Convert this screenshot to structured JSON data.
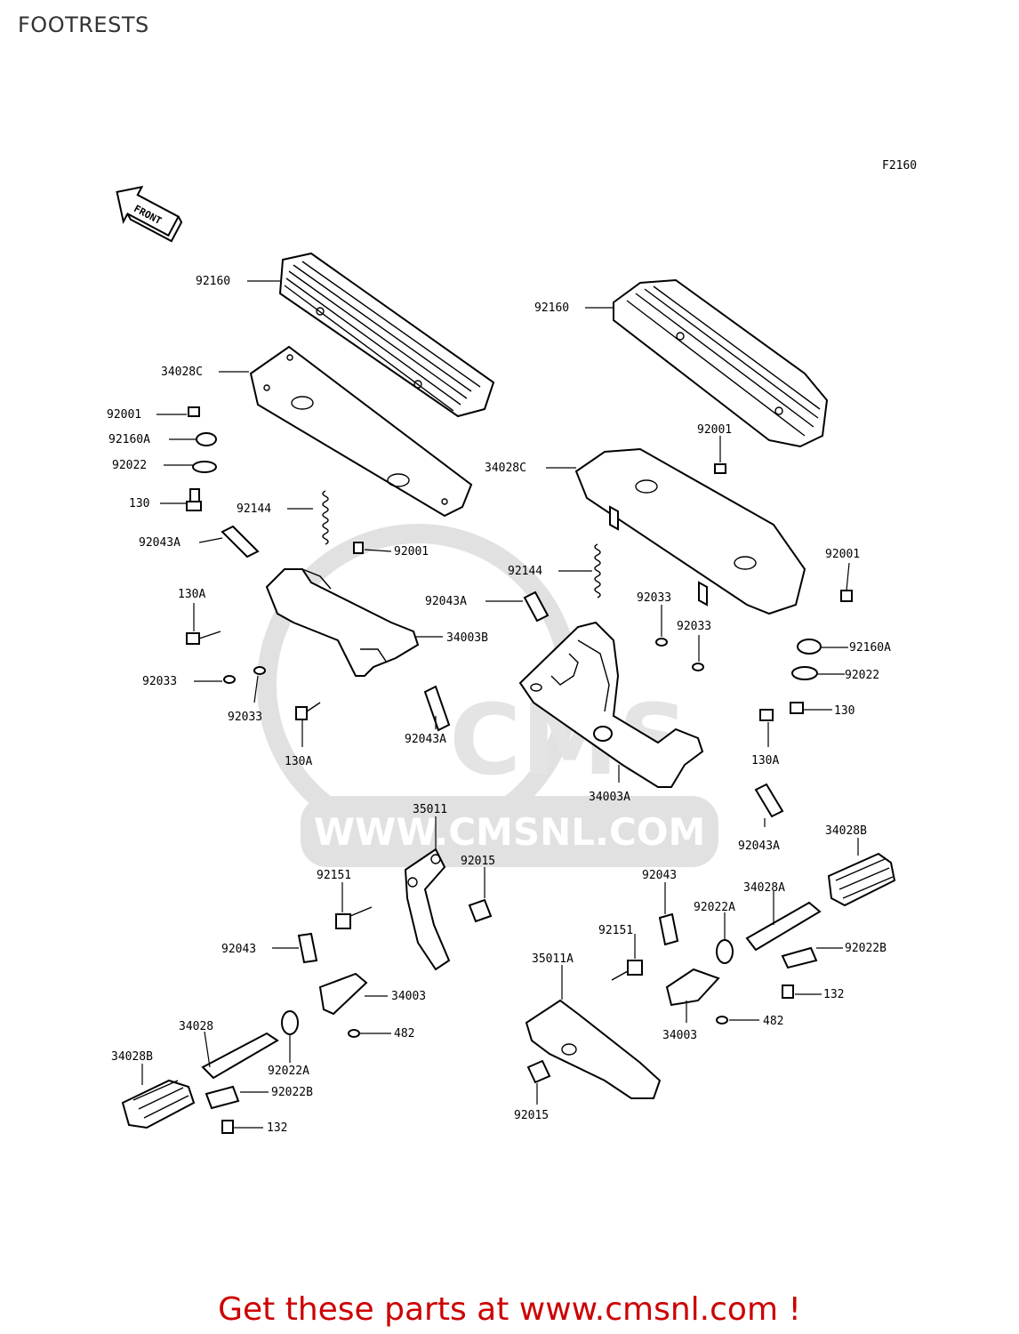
{
  "page": {
    "title": "FOOTRESTS",
    "diagram_code": "F2160",
    "front_marker": "FRONT",
    "watermark": "WWW.CMSNL.COM",
    "footer_text": "Get these parts at www.cmsnl.com !",
    "footer_color": "#cc0000",
    "watermark_color": "#d9d9d9"
  },
  "callouts": [
    {
      "id": "c01",
      "label": "92160"
    },
    {
      "id": "c02",
      "label": "34028C"
    },
    {
      "id": "c03",
      "label": "92001"
    },
    {
      "id": "c04",
      "label": "92160A"
    },
    {
      "id": "c05",
      "label": "92022"
    },
    {
      "id": "c06",
      "label": "130"
    },
    {
      "id": "c07",
      "label": "92144"
    },
    {
      "id": "c08",
      "label": "92043A"
    },
    {
      "id": "c09",
      "label": "92001"
    },
    {
      "id": "c10",
      "label": "130A"
    },
    {
      "id": "c11",
      "label": "34003B"
    },
    {
      "id": "c12",
      "label": "92033"
    },
    {
      "id": "c13",
      "label": "92033"
    },
    {
      "id": "c14",
      "label": "130A"
    },
    {
      "id": "c15",
      "label": "92043A"
    },
    {
      "id": "c16",
      "label": "92160"
    },
    {
      "id": "c17",
      "label": "92001"
    },
    {
      "id": "c18",
      "label": "34028C"
    },
    {
      "id": "c19",
      "label": "92001"
    },
    {
      "id": "c20",
      "label": "92144"
    },
    {
      "id": "c21",
      "label": "92043A"
    },
    {
      "id": "c22",
      "label": "92033"
    },
    {
      "id": "c23",
      "label": "92033"
    },
    {
      "id": "c24",
      "label": "92160A"
    },
    {
      "id": "c25",
      "label": "92022"
    },
    {
      "id": "c26",
      "label": "130"
    },
    {
      "id": "c27",
      "label": "130A"
    },
    {
      "id": "c28",
      "label": "34003A"
    },
    {
      "id": "c29",
      "label": "92043A"
    },
    {
      "id": "c30",
      "label": "35011"
    },
    {
      "id": "c31",
      "label": "92151"
    },
    {
      "id": "c32",
      "label": "92015"
    },
    {
      "id": "c33",
      "label": "92043"
    },
    {
      "id": "c34",
      "label": "34003"
    },
    {
      "id": "c35",
      "label": "482"
    },
    {
      "id": "c36",
      "label": "34028"
    },
    {
      "id": "c37",
      "label": "34028B"
    },
    {
      "id": "c38",
      "label": "92022A"
    },
    {
      "id": "c39",
      "label": "92022B"
    },
    {
      "id": "c40",
      "label": "132"
    },
    {
      "id": "c41",
      "label": "34028B"
    },
    {
      "id": "c42",
      "label": "92043"
    },
    {
      "id": "c43",
      "label": "34028A"
    },
    {
      "id": "c44",
      "label": "92022A"
    },
    {
      "id": "c45",
      "label": "92022B"
    },
    {
      "id": "c46",
      "label": "92151"
    },
    {
      "id": "c47",
      "label": "35011A"
    },
    {
      "id": "c48",
      "label": "132"
    },
    {
      "id": "c49",
      "label": "34003"
    },
    {
      "id": "c50",
      "label": "482"
    },
    {
      "id": "c51",
      "label": "92015"
    }
  ]
}
